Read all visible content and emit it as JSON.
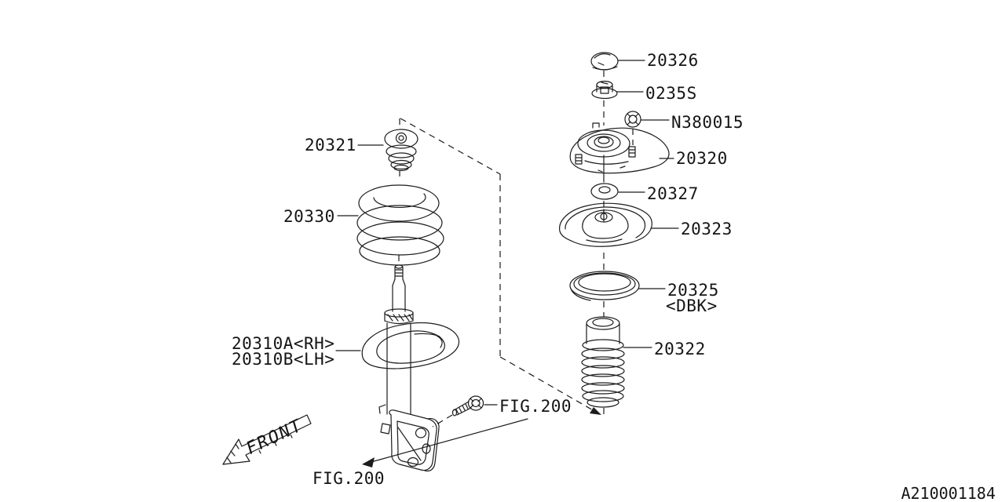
{
  "diagram": {
    "drawing_id": "A210001184",
    "front_marker": "FRONT"
  },
  "parts": {
    "cap": "20326",
    "self_locking_nut": "0235S",
    "flange_nut": "N380015",
    "strut_mount": "20320",
    "washer": "20327",
    "upper_spring_seat": "20323",
    "rubber_spring_seat": "20325",
    "rubber_spring_seat_note": "<DBK>",
    "dust_cover": "20322",
    "bump_stopper": "20321",
    "coil_spring": "20330",
    "strut_rh": "20310A<RH>",
    "strut_lh": "20310B<LH>"
  },
  "references": {
    "fig_bolt": "FIG.200",
    "fig_bracket": "FIG.200"
  }
}
